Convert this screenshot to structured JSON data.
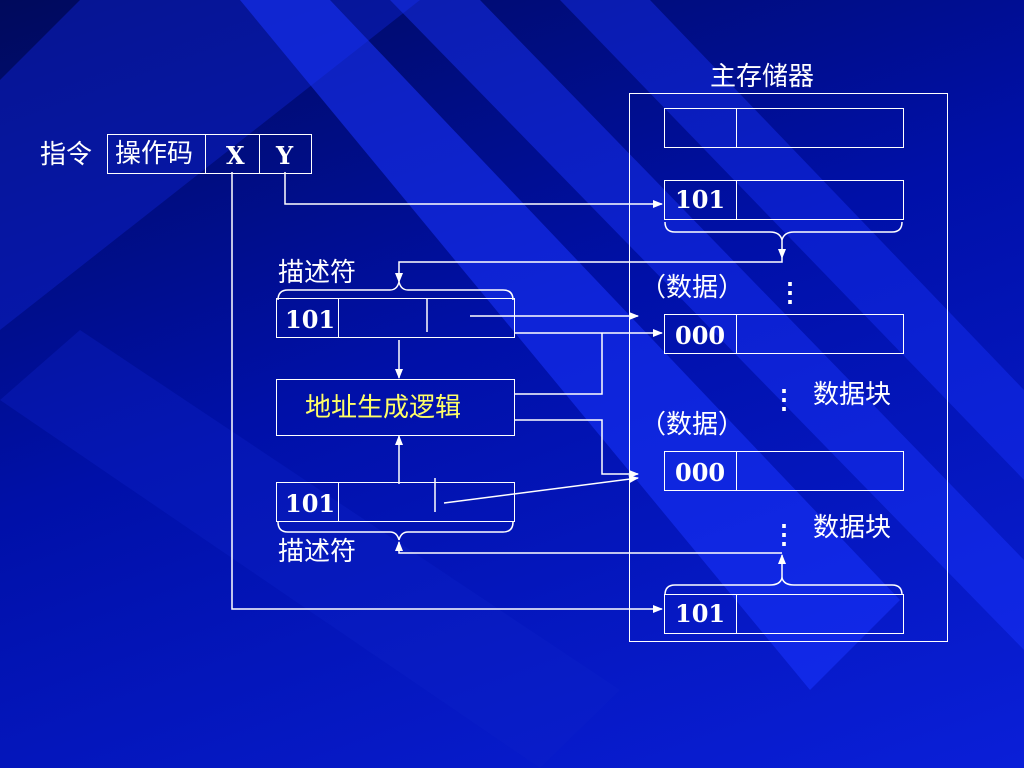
{
  "memory": {
    "title": "主存储器"
  },
  "instruction": {
    "label": "指令",
    "opcode": "操作码",
    "x": "X",
    "y": "Y"
  },
  "descriptors": {
    "top_label": "描述符",
    "top_value": "101",
    "bottom_label": "描述符",
    "bottom_value": "101"
  },
  "logic": {
    "label": "地址生成逻辑"
  },
  "memory_cells": {
    "cell_101_a": "101",
    "cell_000_a": "000",
    "cell_000_b": "000",
    "cell_101_b": "101"
  },
  "annotations": {
    "data_1": "（数据）",
    "data_2": "（数据）",
    "block_1": "数据块",
    "block_2": "数据块",
    "ellipsis": "⋮"
  },
  "colors": {
    "background_dark": "#000a5c",
    "background_light": "#0a1fd8",
    "stripe": "#1a35ff",
    "line": "#ffffff",
    "highlight_text": "#ffff66"
  }
}
